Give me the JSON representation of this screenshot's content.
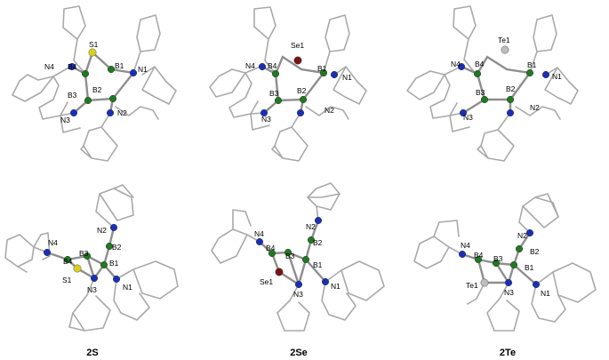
{
  "colors": {
    "bond": "#a9a9a9",
    "boron": "#1f7a1f",
    "nitrogen": "#1a2fb8",
    "sulfur": "#d9d21a",
    "selenium": "#7a1414",
    "tellurium": "#bdbdbd"
  },
  "atoms": {
    "B1": "B1",
    "B2": "B2",
    "B3": "B3",
    "B4": "B4",
    "N1": "N1",
    "N2": "N2",
    "N3": "N3",
    "N4": "N4",
    "S1": "S1",
    "Se1": "Se1",
    "Te1": "Te1"
  },
  "captions": [
    "2S",
    "2Se",
    "2Te"
  ],
  "structures": [
    {
      "chalcogen": "S1",
      "view": "top"
    },
    {
      "chalcogen": "Se1",
      "view": "top"
    },
    {
      "chalcogen": "Te1",
      "view": "top"
    },
    {
      "chalcogen": "S1",
      "view": "side"
    },
    {
      "chalcogen": "Se1",
      "view": "side"
    },
    {
      "chalcogen": "Te1",
      "view": "side"
    }
  ]
}
